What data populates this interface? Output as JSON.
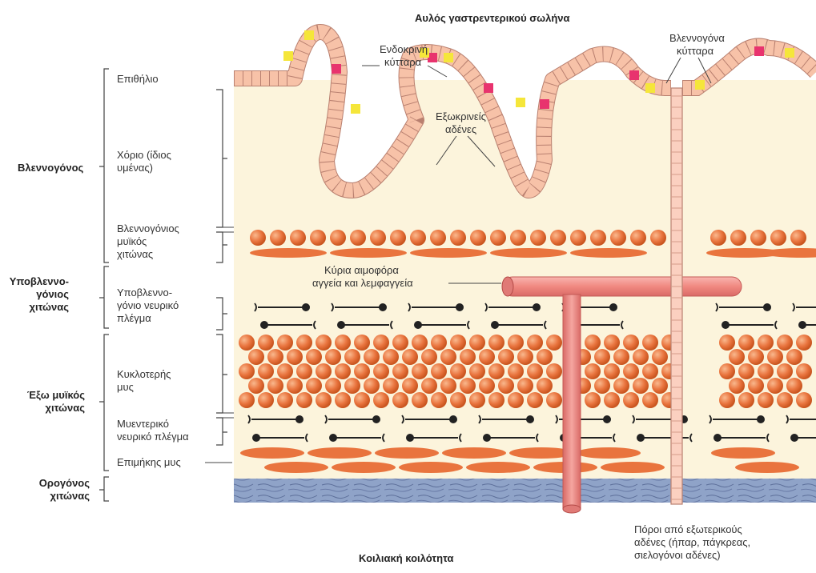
{
  "top_title": "Αυλός γαστρεντερικού σωλήνα",
  "bottom_title": "Κοιλιακή κοιλότητα",
  "ducts_label": [
    "Πόροι από εξωτερικούς",
    "αδένες (ήπαρ, πάγκρεας,",
    "σιελογόνοι αδένες)"
  ],
  "layers": {
    "mucosa": "Βλεννογόνος",
    "submucosa": [
      "Υποβλεννο-",
      "γόνιος",
      "χιτώνας"
    ],
    "muscularis": [
      "Έξω μυϊκός",
      "χιτώνας"
    ],
    "serosa": [
      "Ορογόνος",
      "χιτώνας"
    ]
  },
  "sublayers": {
    "epithelium": "Επιθήλιο",
    "lamina_propria": [
      "Χόριο (ίδιος",
      "υμένας)"
    ],
    "muscularis_mucosae": [
      "Βλεννογόνιος",
      "μυϊκός",
      "χιτώνας"
    ],
    "submucosal_plexus": [
      "Υποβλεννο-",
      "γόνιο νευρικό",
      "πλέγμα"
    ],
    "circular_muscle": [
      "Κυκλοτερής",
      "μυς"
    ],
    "myenteric_plexus": [
      "Μυεντερικό",
      "νευρικό πλέγμα"
    ],
    "longitudinal_muscle": "Επιμήκης μυς"
  },
  "callouts": {
    "endocrine_cells": [
      "Ενδοκρινή",
      "κύτταρα"
    ],
    "exocrine_glands": [
      "Εξωκρινείς",
      "αδένες"
    ],
    "mucous_cells": [
      "Βλεννογόνα",
      "κύτταρα"
    ],
    "vessels": [
      "Κύρια αιμοφόρα",
      "αγγεία και λεμφαγγεία"
    ]
  },
  "colors": {
    "tissue": "#fcf4dc",
    "epithelium": "#f7c2a8",
    "endocrine": "#e8336e",
    "mucous": "#f5e63a",
    "muscle": "#e9743e",
    "vessel": "#f28f8f",
    "serosa": "#8fa3c8",
    "nerve": "#222222"
  }
}
